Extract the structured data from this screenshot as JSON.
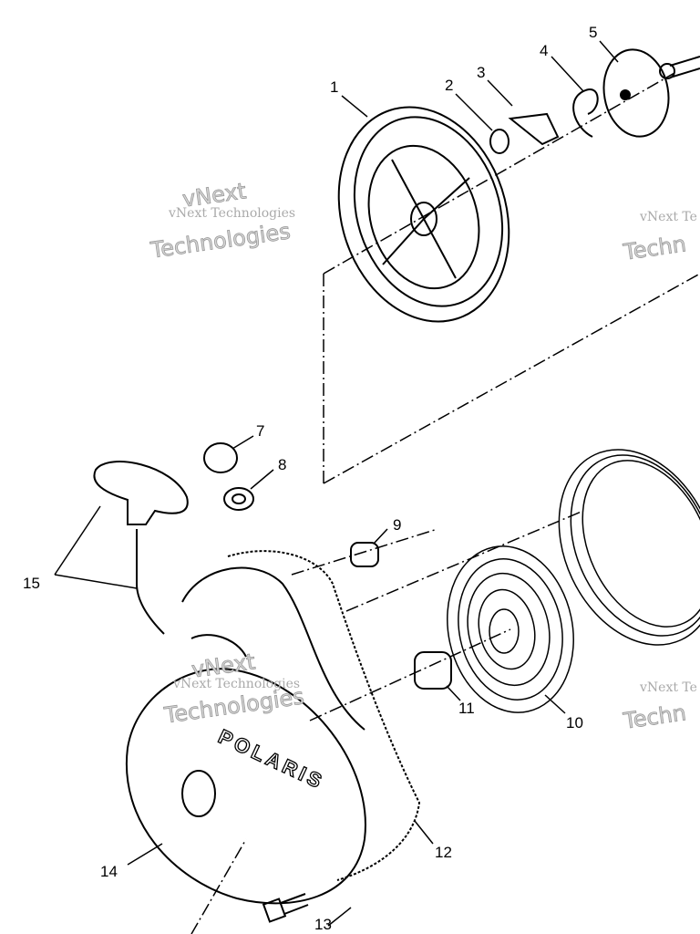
{
  "diagram": {
    "callouts": [
      "1",
      "2",
      "3",
      "4",
      "5",
      "7",
      "8",
      "9",
      "10",
      "11",
      "12",
      "14",
      "15"
    ],
    "bottom_callout_partial": "13",
    "brand_on_cover": "POLARIS",
    "watermark_small": "vNext Technologies",
    "watermark_large_1": "vNext",
    "watermark_large_2": "Technologies",
    "watermark_right_1": "vNext Te",
    "watermark_right_2": "Techn"
  }
}
